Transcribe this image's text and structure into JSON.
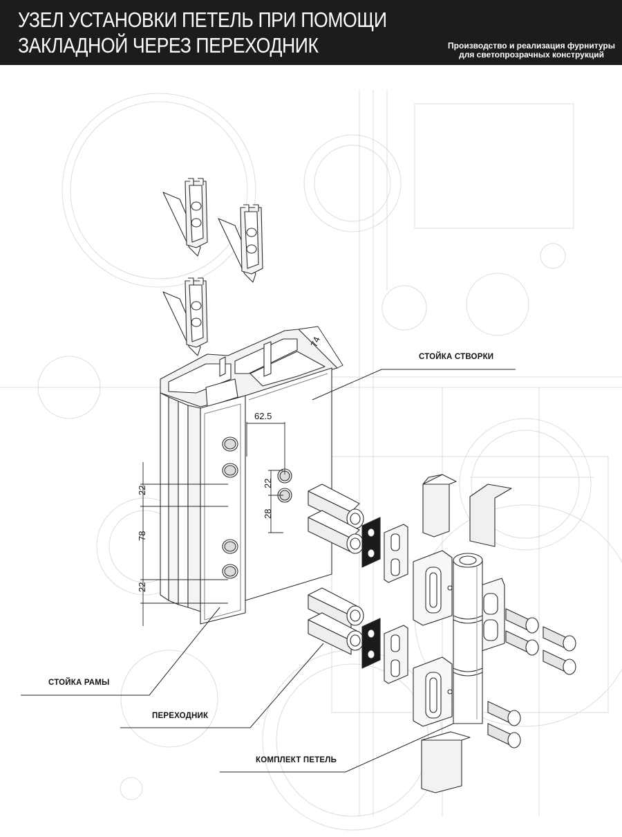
{
  "header": {
    "title_line1": "УЗЕЛ УСТАНОВКИ ПЕТЕЛЬ ПРИ ПОМОЩИ",
    "title_line2": "ЗАКЛАДНОЙ ЧЕРЕЗ ПЕРЕХОДНИК",
    "tagline_line1": "Производство и реализация фурнитуры",
    "tagline_line2": "для светопрозрачных конструкций",
    "background": "#1c1c1c",
    "text_color": "#ffffff"
  },
  "callouts": {
    "sash_post": "СТОЙКА СТВОРКИ",
    "frame_post": "СТОЙКА РАМЫ",
    "adapter": "ПЕРЕХОДНИК",
    "hinge_kit": "КОМПЛЕКТ ПЕТЕЛЬ"
  },
  "dimensions": {
    "profile_depth": "74",
    "hole_spacing": "62.5",
    "v1": "22",
    "v2": "78",
    "v3": "22",
    "r1": "22",
    "r2": "28"
  }
}
